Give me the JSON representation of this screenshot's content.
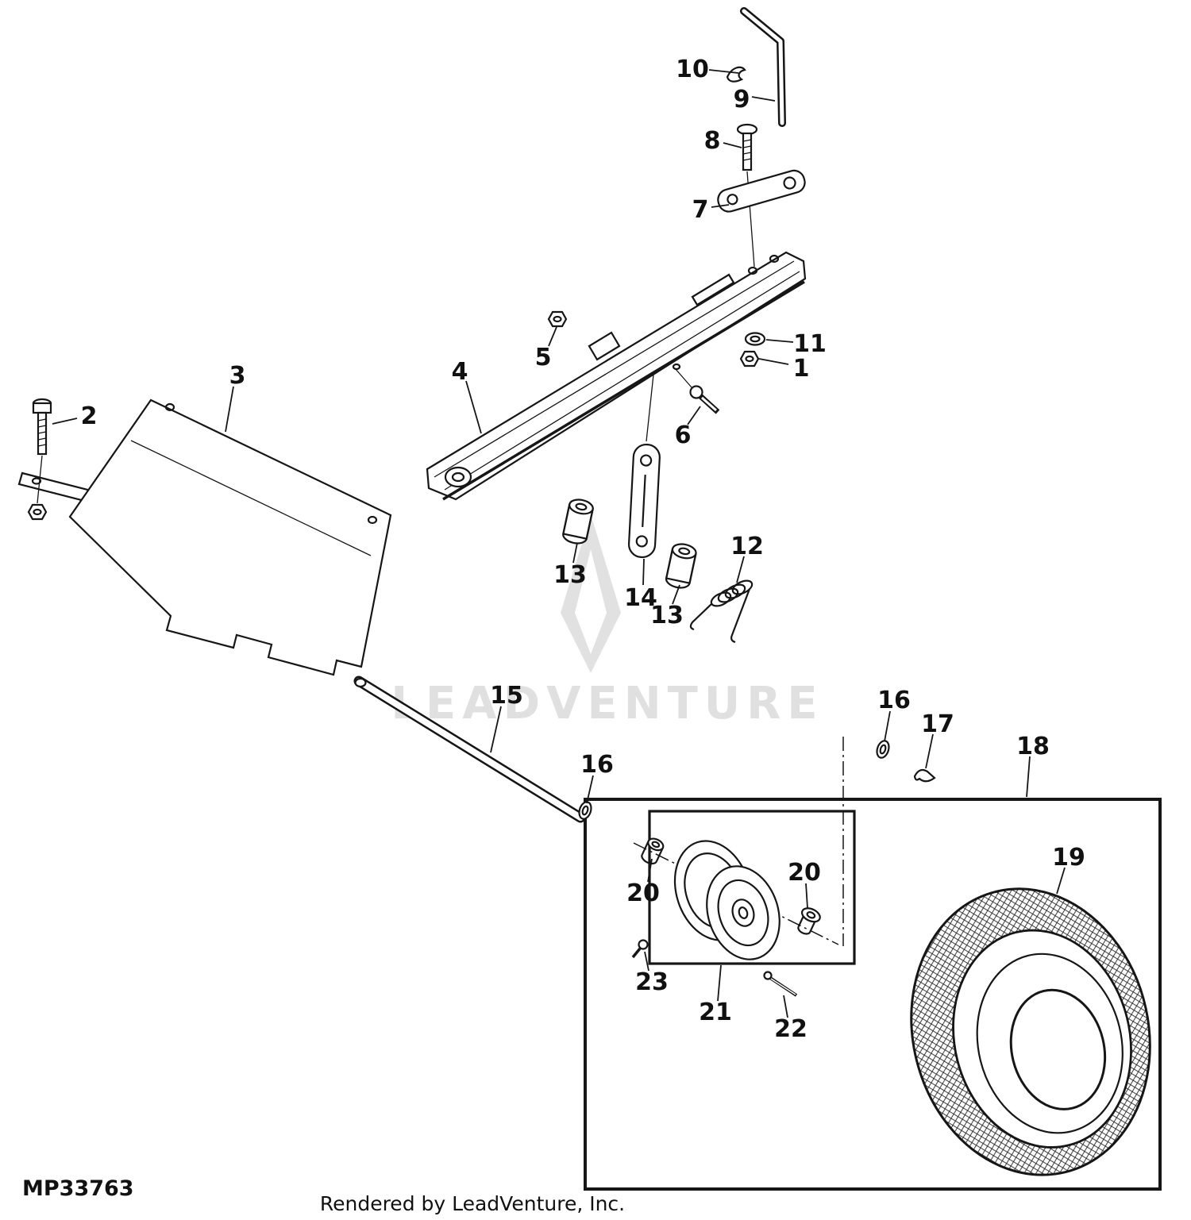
{
  "page": {
    "doc_code": "MP33763",
    "footer": "Rendered by LeadVenture, Inc.",
    "watermark_text": "LEADVENTURE",
    "colors": {
      "ink": "#161616",
      "watermark": "#d9d9d9",
      "background": "#ffffff"
    }
  },
  "callouts": [
    {
      "label": "10"
    },
    {
      "label": "9"
    },
    {
      "label": "8"
    },
    {
      "label": "7"
    },
    {
      "label": "5"
    },
    {
      "label": "4"
    },
    {
      "label": "11"
    },
    {
      "label": "1"
    },
    {
      "label": "2"
    },
    {
      "label": "3"
    },
    {
      "label": "6"
    },
    {
      "label": "13"
    },
    {
      "label": "14"
    },
    {
      "label": "13"
    },
    {
      "label": "12"
    },
    {
      "label": "15"
    },
    {
      "label": "16"
    },
    {
      "label": "16"
    },
    {
      "label": "17"
    },
    {
      "label": "18"
    },
    {
      "label": "19"
    },
    {
      "label": "20"
    },
    {
      "label": "20"
    },
    {
      "label": "23"
    },
    {
      "label": "21"
    },
    {
      "label": "22"
    }
  ]
}
